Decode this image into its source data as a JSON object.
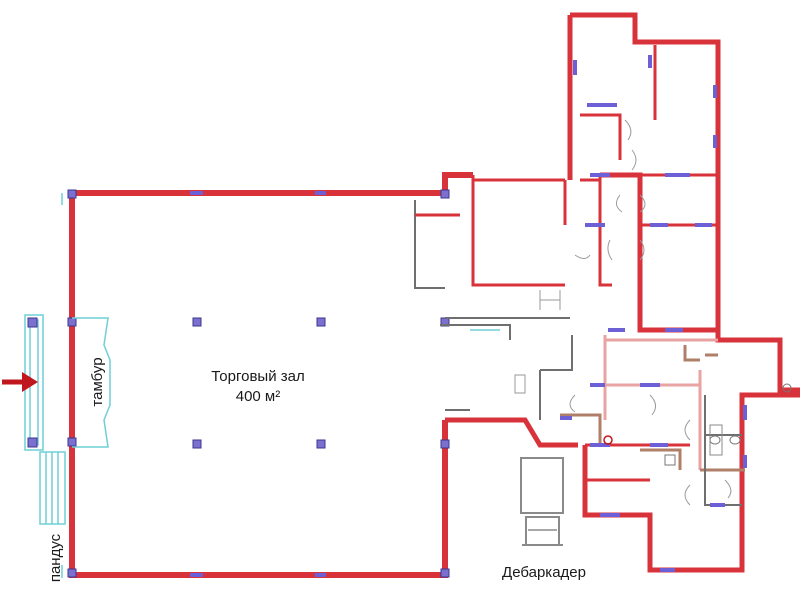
{
  "plan": {
    "hall_label": "Торговый зал",
    "hall_area": "400  м²",
    "tambour_label": "тамбур",
    "ramp_label": "пандус",
    "dock_label": "Дебаркадер",
    "entrance_arrow": "entrance-arrow-icon",
    "colors": {
      "main_wall": "#d8333b",
      "window": "#6d5fd6",
      "column": "#7b6fd0",
      "arrow": "#c0161d"
    }
  }
}
